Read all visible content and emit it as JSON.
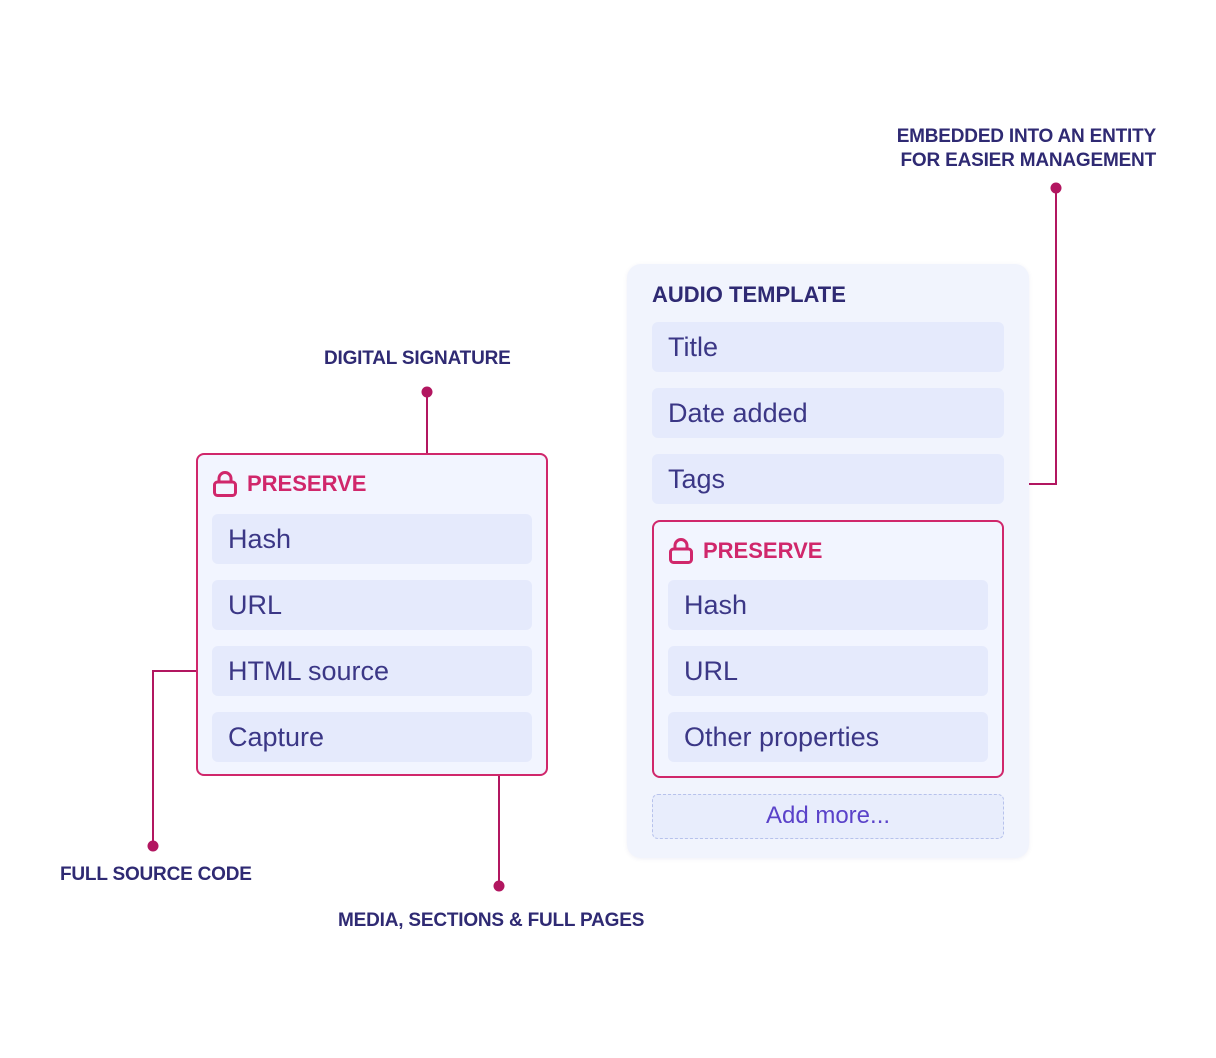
{
  "colors": {
    "accent_pink": "#d0276b",
    "connector": "#b21660",
    "annotation_text": "#2f2a73",
    "field_bg": "#e5eafc",
    "field_text": "#3b3786",
    "add_more_text": "#5a42c9"
  },
  "annotations": {
    "digital_signature": "DIGITAL SIGNATURE",
    "full_source_code": "FULL SOURCE CODE",
    "media_sections": "MEDIA, SECTIONS & FULL PAGES",
    "embedded_line1": "EMBEDDED INTO AN ENTITY",
    "embedded_line2": "FOR EASIER MANAGEMENT"
  },
  "preserve_card": {
    "icon": "lock-icon",
    "header": "PRESERVE",
    "fields": [
      "Hash",
      "URL",
      "HTML source",
      "Capture"
    ]
  },
  "template_card": {
    "header": "AUDIO TEMPLATE",
    "fields": [
      "Title",
      "Date added",
      "Tags"
    ],
    "nested_preserve": {
      "icon": "lock-icon",
      "header": "PRESERVE",
      "fields": [
        "Hash",
        "URL",
        "Other properties"
      ]
    },
    "add_more_label": "Add more..."
  }
}
